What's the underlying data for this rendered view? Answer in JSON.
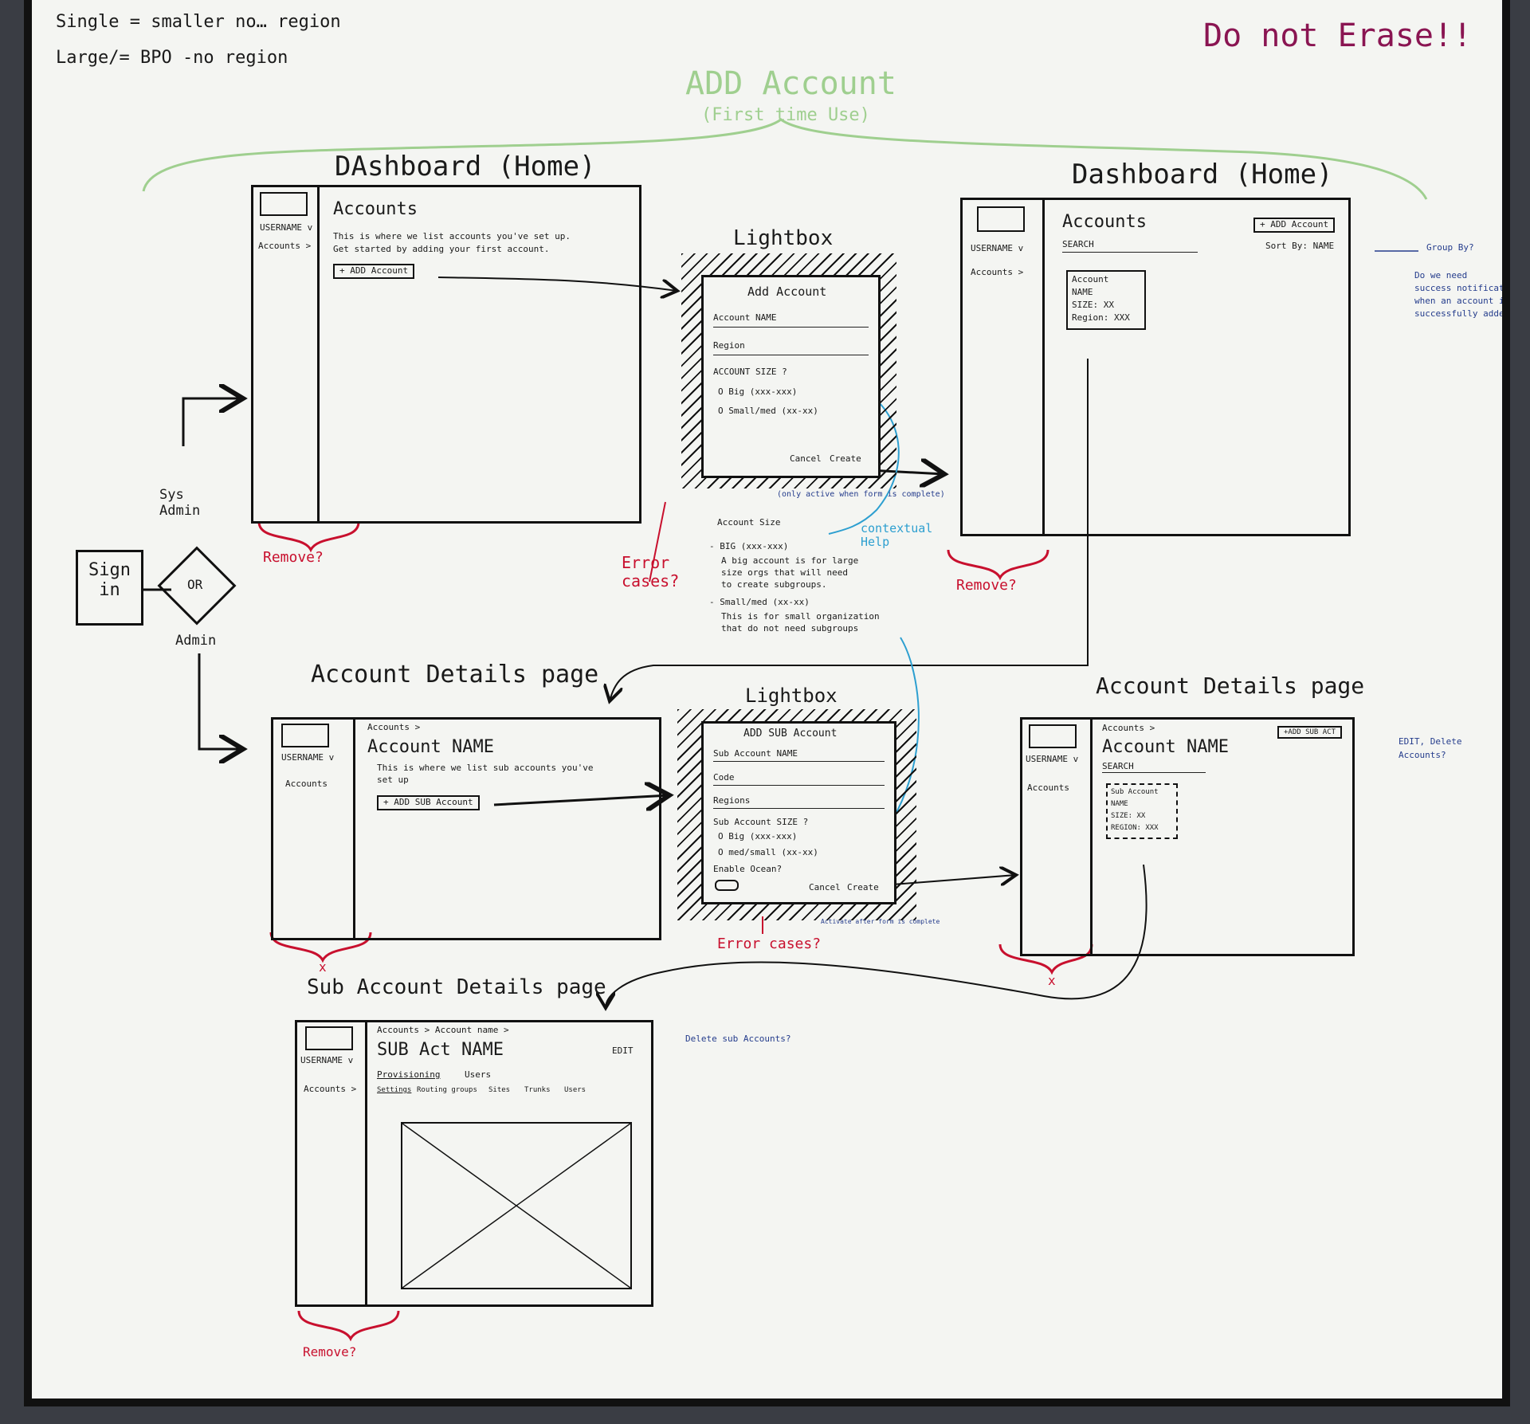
{
  "top_notes": {
    "line1": "Single = smaller no… region",
    "line2": "Large/= BPO -no region"
  },
  "warning": "Do not Erase!!",
  "flow_label": {
    "title": "ADD Account",
    "subtitle": "(First time Use)"
  },
  "signin": {
    "label": "Sign in",
    "decision": "OR",
    "sys_admin": "Sys Admin",
    "admin": "Admin"
  },
  "dashboard1": {
    "title": "DAshboard (Home)",
    "username": "USERNAME v",
    "nav_item": "Accounts >",
    "heading": "Accounts",
    "desc1": "This is where we list accounts you've set up.",
    "desc2": "Get started by adding your first account.",
    "button": "+ ADD Account",
    "note": "Remove?"
  },
  "lightbox1": {
    "title": "Lightbox",
    "heading": "Add Account",
    "field1": "Account NAME",
    "field2": "Region",
    "field3": "ACCOUNT SIZE ?",
    "opt1": "O Big (xxx-xxx)",
    "opt2": "O Small/med (xx-xx)",
    "cancel": "Cancel",
    "create": "Create",
    "create_note": "(only active when form is complete)",
    "help_heading": "Account Size",
    "help1": "- BIG (xxx-xxx)",
    "help1_desc1": "A big account is for large",
    "help1_desc2": "size orgs that will need",
    "help1_desc3": "to create subgroups.",
    "help2": "- Small/med (xx-xx)",
    "help2_desc1": "This is for small organization",
    "help2_desc2": "that do not need subgroups",
    "error_note": "Error cases?",
    "contextual_help": "contextual Help"
  },
  "dashboard2": {
    "title": "Dashboard (Home)",
    "username": "USERNAME v",
    "nav_item": "Accounts >",
    "heading": "Accounts",
    "search": "SEARCH",
    "button": "+ ADD Account",
    "sort": "Sort By: NAME",
    "card1": "Account",
    "card2": "NAME",
    "card3": "SIZE: XX",
    "card4": "Region: XXX",
    "group_note": "Group By?",
    "success_note1": "Do we need",
    "success_note2": "success notifications",
    "success_note3": "when an account is",
    "success_note4": "successfully added?",
    "note": "Remove?"
  },
  "details1": {
    "title": "Account Details page",
    "username": "USERNAME v",
    "nav_item": "Accounts",
    "breadcrumb": "Accounts >",
    "heading": "Account NAME",
    "desc1": "This is where we list sub accounts you've",
    "desc2": "set up",
    "button": "+ ADD SUB Account",
    "note": "x"
  },
  "lightbox2": {
    "title": "Lightbox",
    "heading": "ADD SUB Account",
    "field1": "Sub Account NAME",
    "field2": "Code",
    "field3": "Regions",
    "field4": "Sub Account SIZE ?",
    "opt1": "O Big (xxx-xxx)",
    "opt2": "O med/small (xx-xx)",
    "field5": "Enable Ocean?",
    "cancel": "Cancel",
    "create": "Create",
    "create_note": "Activate after form is complete",
    "error_note": "Error cases?"
  },
  "details2": {
    "title": "Account Details page",
    "username": "USERNAME v",
    "nav_item": "Accounts",
    "breadcrumb": "Accounts >",
    "heading": "Account NAME",
    "search": "SEARCH",
    "button": "+ADD SUB ACT",
    "card1": "Sub Account",
    "card2": "NAME",
    "card3": "SIZE: XX",
    "card4": "REGION: XXX",
    "edit_note1": "EDIT, Delete",
    "edit_note2": "Accounts?",
    "note": "x"
  },
  "subdetails": {
    "title": "Sub Account Details page",
    "username": "USERNAME v",
    "nav_item": "Accounts >",
    "breadcrumb": "Accounts > Account name >",
    "heading": "SUB Act NAME",
    "edit": "EDIT",
    "tab1": "Provisioning",
    "tab2": "Users",
    "subtab1": "Settings",
    "subtab2": "Routing groups",
    "subtab3": "Sites",
    "subtab4": "Trunks",
    "subtab5": "Users",
    "delete_note": "Delete sub Accounts?",
    "note": "Remove?"
  },
  "colors": {
    "board": "#f4f5f2",
    "ink": "#111111",
    "red": "#c8102e",
    "green": "#9fcf8f",
    "blue": "#2d9fd0",
    "purple": "#8a1552"
  }
}
